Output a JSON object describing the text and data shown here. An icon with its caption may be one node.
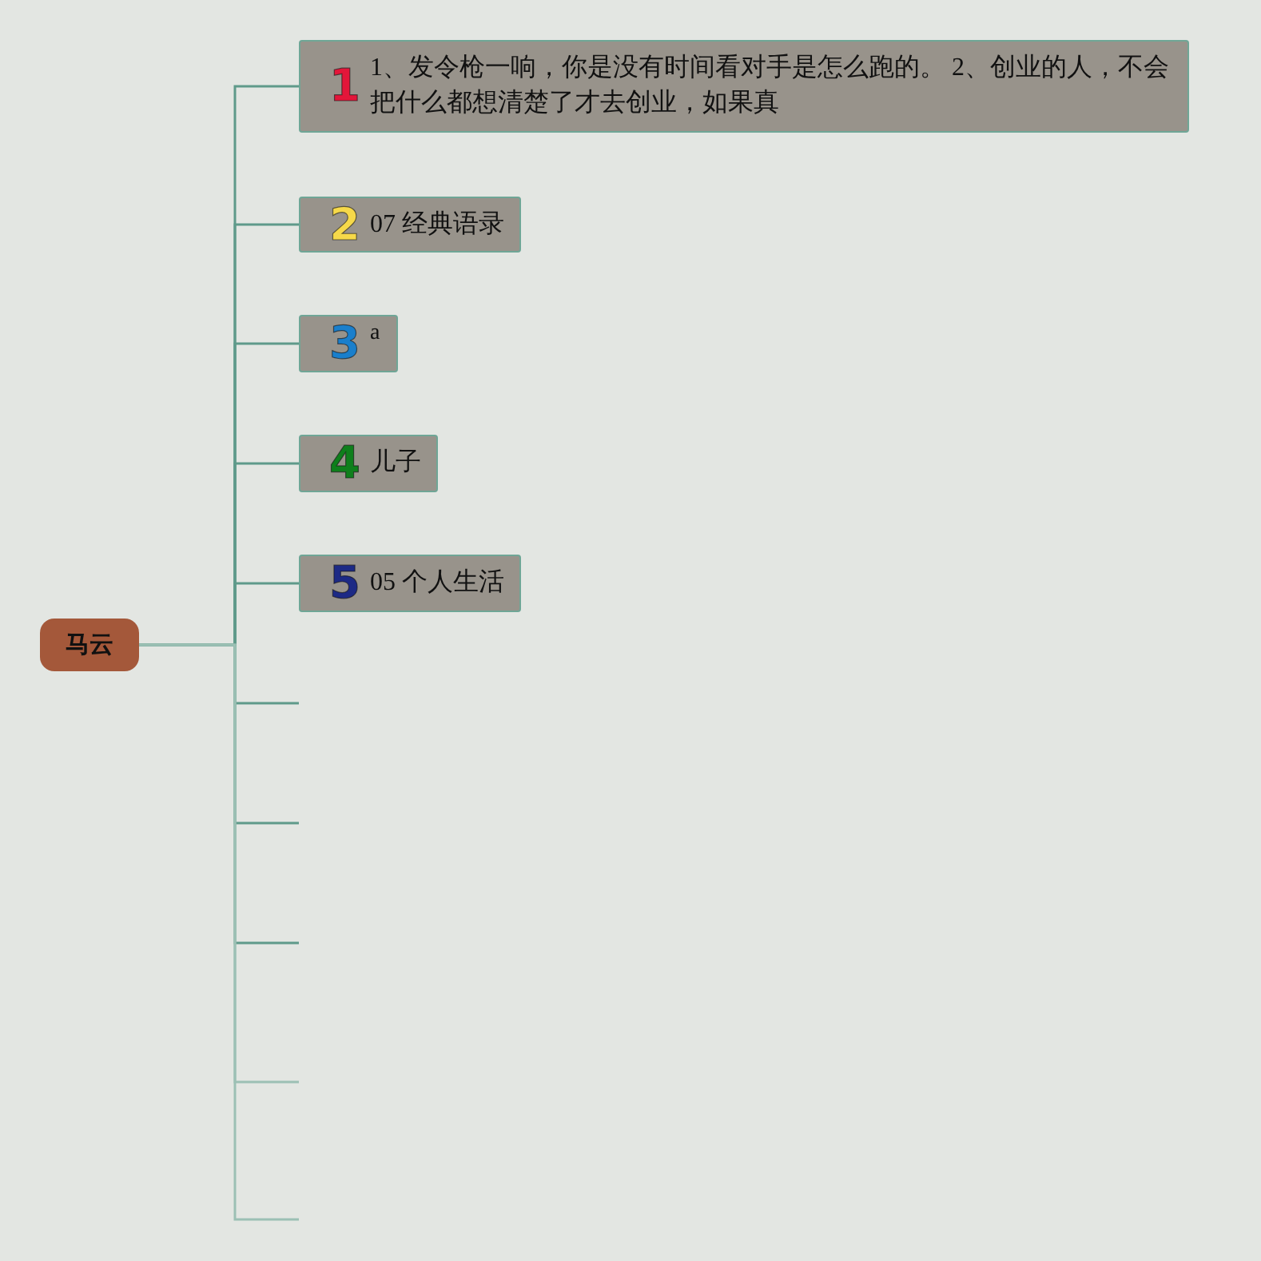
{
  "diagram": {
    "nodes": [
      {
        "text": [
          "马云"
        ]
      },
      {
        "text": [
          "1",
          "1、发令枪一响，你是没有时间看对手是怎么跑的。 2、创业的人，不会把什么都想清楚了才去创业，如果真"
        ]
      },
      {
        "text": [
          "2",
          "07 经典语录"
        ]
      },
      {
        "text": [
          "3",
          "a"
        ]
      },
      {
        "text": [
          "4",
          "儿子"
        ]
      },
      {
        "text": [
          "5",
          "05 个人生活"
        ]
      }
    ],
    "edges": [
      {
        "from": 0,
        "to": 1,
        "arrow": "none"
      },
      {
        "from": 0,
        "to": 2,
        "arrow": "none"
      },
      {
        "from": 0,
        "to": 3,
        "arrow": "none"
      },
      {
        "from": 0,
        "to": 4,
        "arrow": "none"
      },
      {
        "from": 0,
        "to": 5,
        "arrow": "none"
      },
      {
        "from": 0,
        "to": null,
        "arrow": "none"
      },
      {
        "from": 0,
        "to": null,
        "arrow": "none"
      },
      {
        "from": 0,
        "to": null,
        "arrow": "none"
      },
      {
        "from": 0,
        "to": null,
        "arrow": "none"
      },
      {
        "from": 0,
        "to": null,
        "arrow": "none"
      }
    ]
  }
}
